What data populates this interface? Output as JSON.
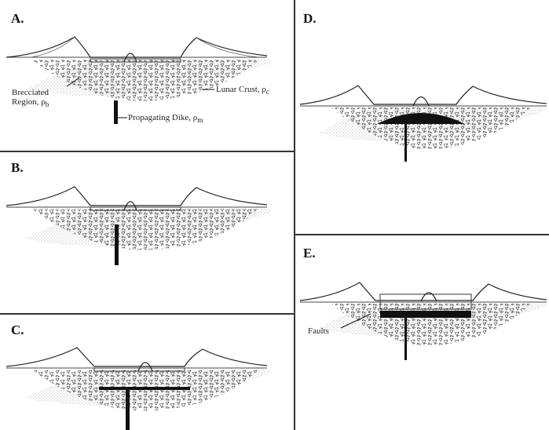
{
  "panels": {
    "a": {
      "label": "A.",
      "brecciated_line1": "Brecciated",
      "brecciated_line2": "Region, ρ",
      "brecciated_sub": "b",
      "crust": "Lunar Crust, ρ",
      "crust_sub": "c",
      "dike": "Propagating Dike, ρ",
      "dike_sub": "m"
    },
    "b": {
      "label": "B."
    },
    "c": {
      "label": "C."
    },
    "d": {
      "label": "D."
    },
    "e": {
      "label": "E.",
      "faults": "Faults"
    }
  },
  "colors": {
    "ink": "#111111",
    "stipple": "#9a9a9a",
    "divider": "#333333"
  }
}
